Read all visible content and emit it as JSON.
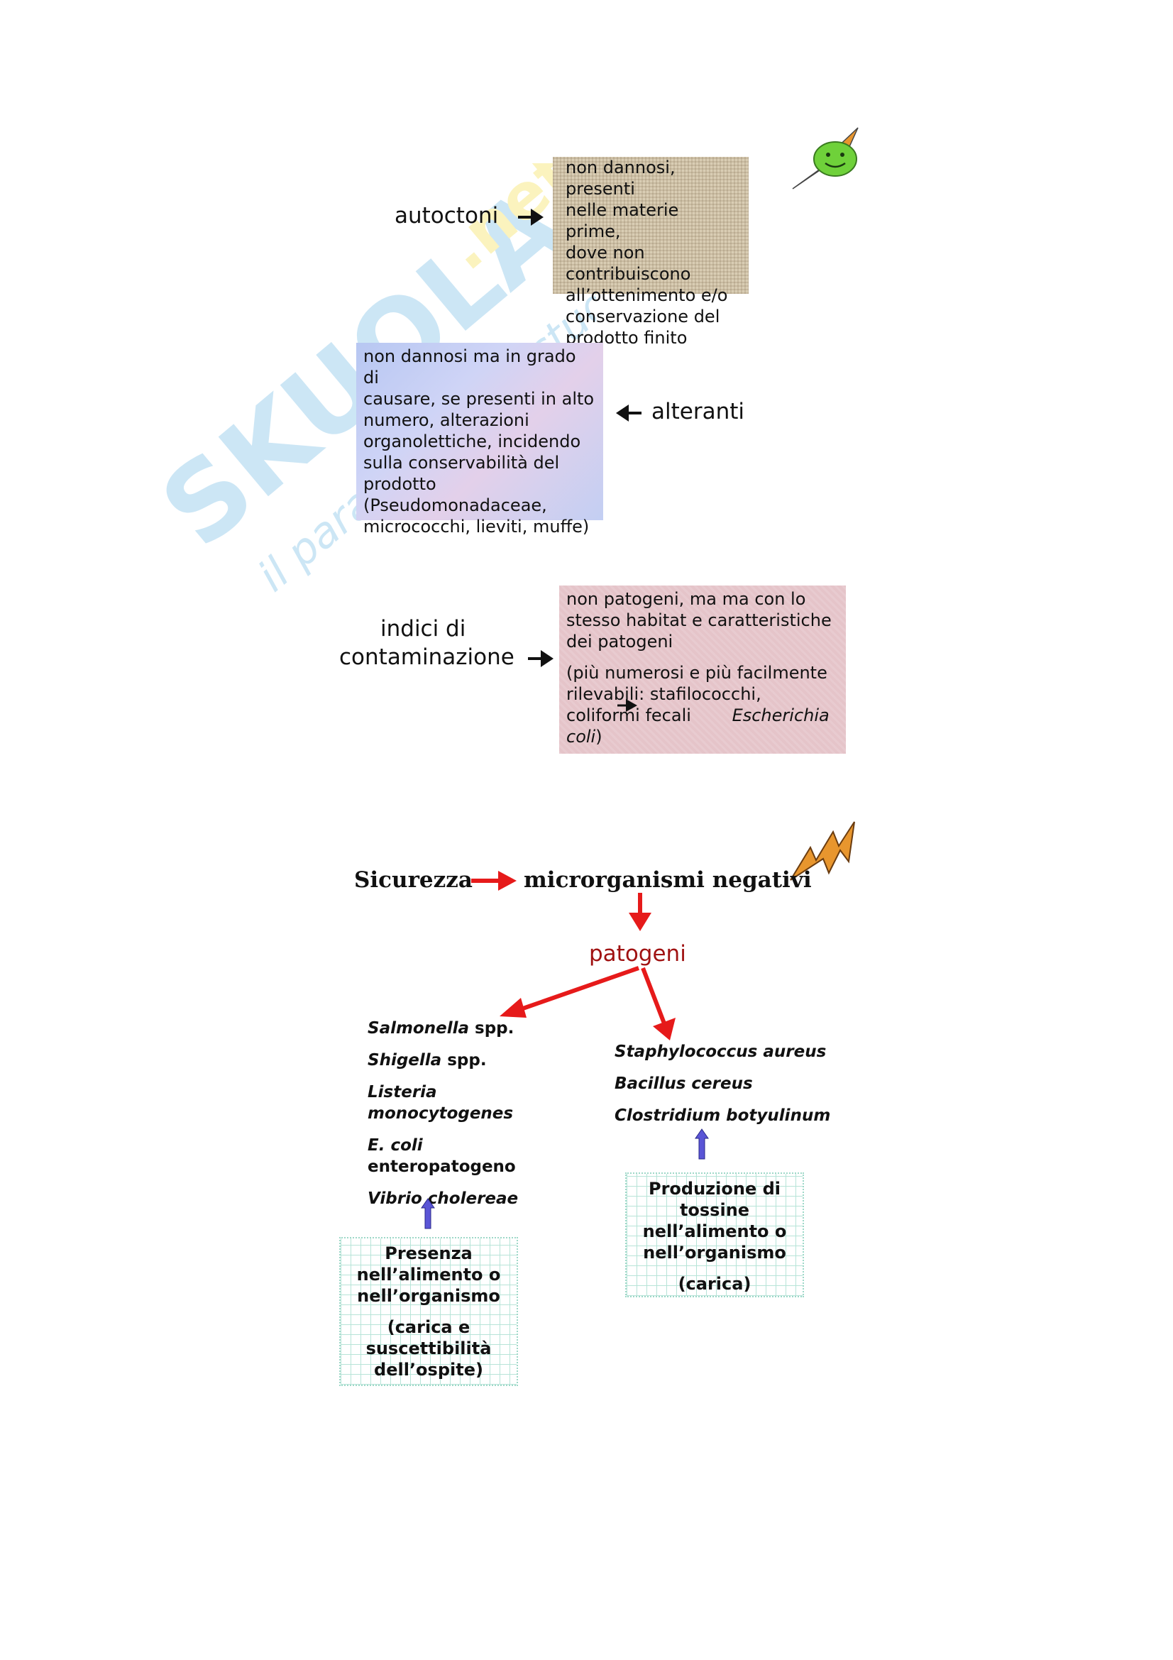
{
  "watermark": {
    "brand": "SKUOLA.net",
    "tagline": "il paradiso dello studente"
  },
  "section1": {
    "autoctoni": {
      "label": "autoctoni",
      "description": [
        "non dannosi, presenti",
        "nelle materie prime,",
        "dove non",
        "contribuiscono",
        "all’ottenimento e/o",
        "conservazione del",
        "prodotto finito"
      ]
    },
    "alteranti": {
      "label": "alteranti",
      "description": [
        "non dannosi ma in grado di",
        "causare, se presenti in alto",
        "numero, alterazioni",
        "organolettiche, incidendo",
        "sulla conservabilità del",
        "prodotto",
        "(Pseudomonadaceae,",
        "micrococchi, lieviti, muffe)"
      ]
    },
    "indici": {
      "label_line1": "indici di",
      "label_line2": "contaminazione",
      "description": [
        "non patogeni, ma ma con lo",
        "stesso habitat e caratteristiche",
        "dei patogeni"
      ],
      "detail_lines": [
        "(più numerosi e più facilmente",
        "rilevabili: stafilococchi,"
      ],
      "detail_last_prefix": "coliformi fecali",
      "detail_italic_a": "Escherichia",
      "detail_italic_b": "coli",
      "detail_close": ")"
    }
  },
  "section2": {
    "sicurezza": "Sicurezza",
    "microrganismi": "microrganismi negativi",
    "patogeni": "patogeni",
    "left_species": {
      "salmonella": "Salmonella",
      "salmonella_spp": " spp.",
      "shigella": "Shigella",
      "shigella_spp": " spp.",
      "listeria": "Listeria",
      "monocytogenes": "monocytogenes",
      "ecoli": "E. coli",
      "enteropatogeno": "enteropatogeno",
      "vibrio": "Vibrio cholereae"
    },
    "right_species": [
      "Staphylococcus aureus",
      "Bacillus cereus",
      "Clostridium botyulinum"
    ],
    "left_box": [
      "Presenza",
      "nell’alimento o",
      "nell’organismo"
    ],
    "left_box_note": [
      "(carica e",
      "suscettibilità",
      "dell’ospite)"
    ],
    "right_box": [
      "Produzione di",
      "tossine",
      "nell’alimento o",
      "nell’organismo"
    ],
    "right_box_note": [
      "(carica)"
    ]
  },
  "colors": {
    "arrow_black": "#111111",
    "arrow_red": "#e61a1a",
    "arrow_blue": "#5a55d6",
    "patogeni_text": "#a01212",
    "smiley_face": "#6fd13a",
    "lightning": "#e8962e"
  },
  "icons": [
    "smiley-face-icon",
    "lightning-bolt-icon"
  ]
}
